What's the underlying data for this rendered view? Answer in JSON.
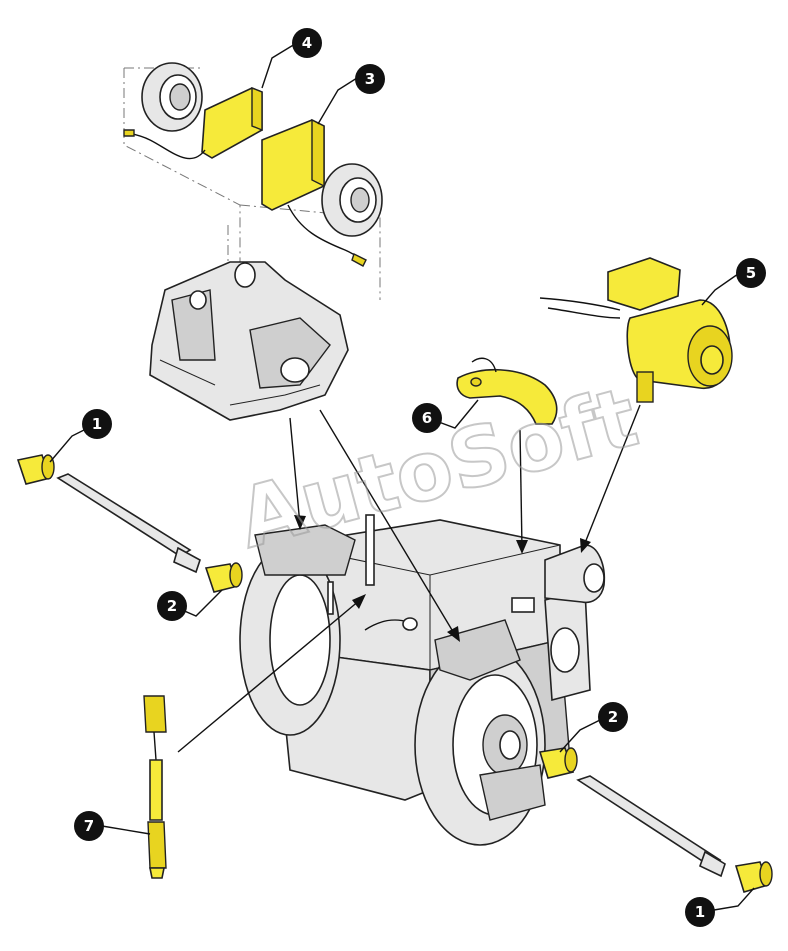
{
  "watermark": "AutoSoft",
  "callouts": [
    {
      "id": "callout-4",
      "label": "4"
    },
    {
      "id": "callout-3",
      "label": "3"
    },
    {
      "id": "callout-5",
      "label": "5"
    },
    {
      "id": "callout-6",
      "label": "6"
    },
    {
      "id": "callout-1-top",
      "label": "1"
    },
    {
      "id": "callout-2-left",
      "label": "2"
    },
    {
      "id": "callout-2-right",
      "label": "2"
    },
    {
      "id": "callout-7",
      "label": "7"
    },
    {
      "id": "callout-1-bottom",
      "label": "1"
    }
  ],
  "colors": {
    "highlight": "#f6ea3a",
    "part": "#e7e7e7",
    "callout": "#111111"
  }
}
